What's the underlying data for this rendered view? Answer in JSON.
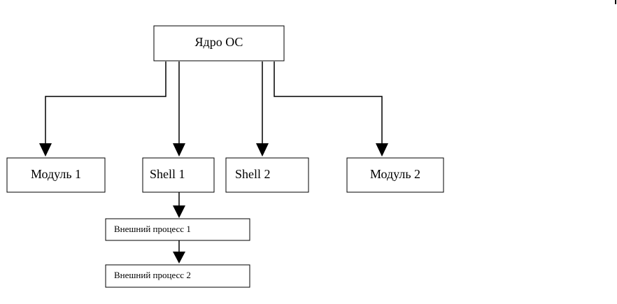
{
  "diagram": {
    "nodes": {
      "kernel": "Ядро ОС",
      "module1": "Модуль 1",
      "shell1": "Shell 1",
      "shell2": "Shell 2",
      "module2": "Модуль 2",
      "ext1": "Внешний процесс 1",
      "ext2": "Внешний процесс 2"
    },
    "edges": [
      {
        "from": "kernel",
        "to": "module1"
      },
      {
        "from": "kernel",
        "to": "shell1"
      },
      {
        "from": "kernel",
        "to": "shell2"
      },
      {
        "from": "kernel",
        "to": "module2"
      },
      {
        "from": "shell1",
        "to": "ext1"
      },
      {
        "from": "ext1",
        "to": "ext2"
      }
    ]
  }
}
